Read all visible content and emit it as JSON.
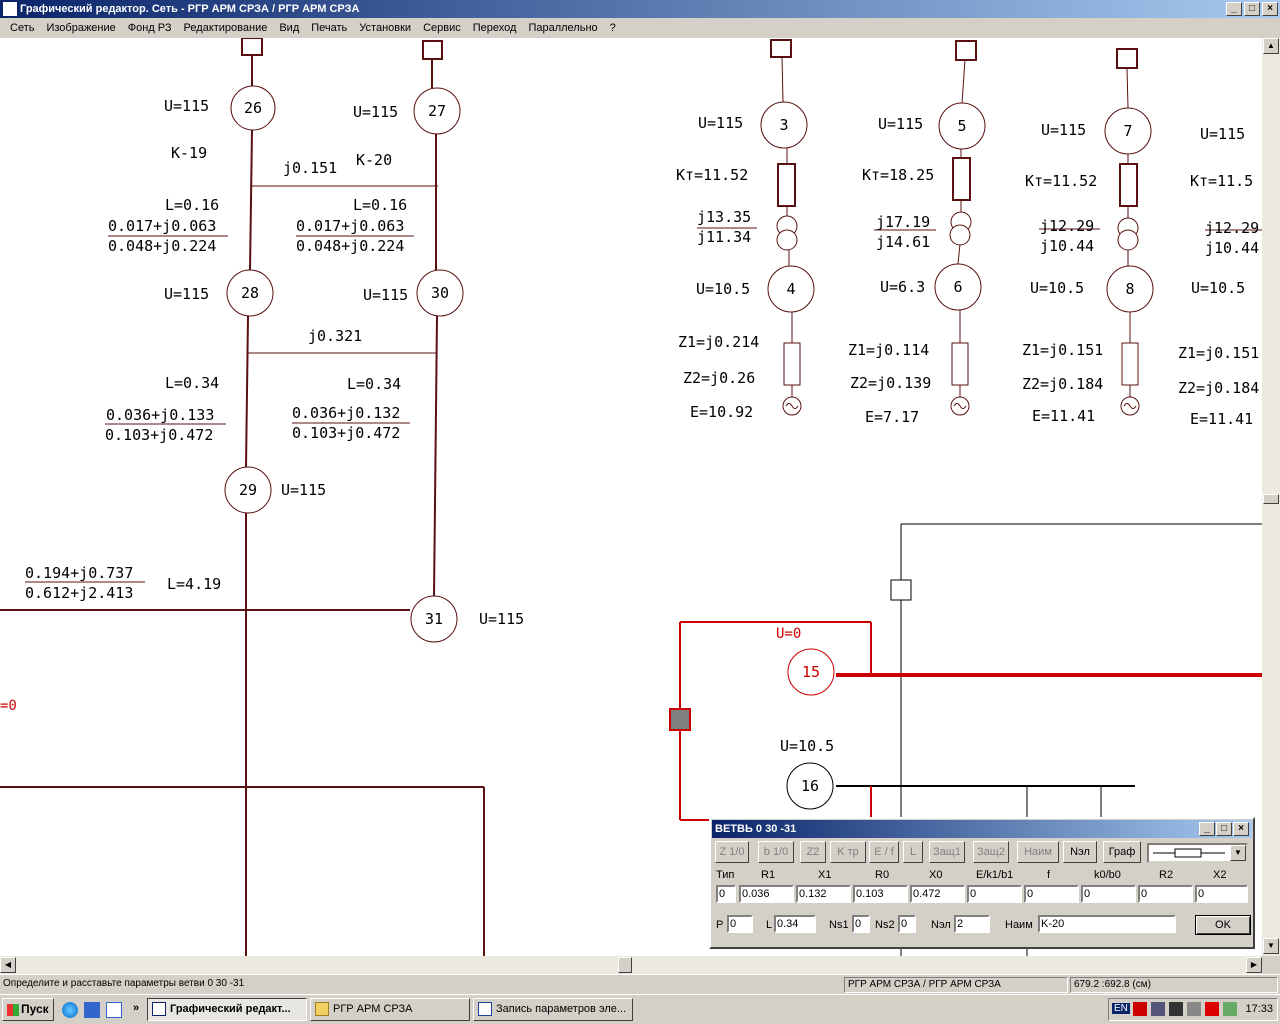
{
  "window": {
    "title": "Графический редактор. Сеть - РГР АРМ СРЗА / РГР АРМ СРЗА",
    "min": "_",
    "max": "□",
    "close": "×"
  },
  "menu": [
    "Сеть",
    "Изображение",
    "Фонд РЗ",
    "Редактирование",
    "Вид",
    "Печать",
    "Установки",
    "Сервис",
    "Переход",
    "Параллельно",
    "?"
  ],
  "diagram": {
    "n26": "26",
    "n27": "27",
    "n28": "28",
    "n30": "30",
    "n29": "29",
    "n31": "31",
    "n3": "3",
    "n5": "5",
    "n7": "7",
    "n4": "4",
    "n6": "6",
    "n8": "8",
    "n15": "15",
    "n16": "16",
    "u115": "U=115",
    "k19": "K-19",
    "k20": "K-20",
    "j0151": "j0.151",
    "j0321": "j0.321",
    "l016": "L=0.16",
    "l034": "L=0.34",
    "l419": "L=4.19",
    "z_a1": "0.017+j0.063",
    "z_a2": "0.048+j0.224",
    "z_b1": "0.036+j0.133",
    "z_b2": "0.103+j0.472",
    "z_c1": "0.036+j0.132",
    "z_c2": "0.103+j0.472",
    "z_d1": "0.194+j0.737",
    "z_d2": "0.612+j2.413",
    "kt1152": "Кт=11.52",
    "kt1825": "Кт=18.25",
    "kt115": "Кт=11.5",
    "j1335": "j13.35",
    "j1134": "j11.34",
    "j1719": "j17.19",
    "j1461": "j14.61",
    "j1229": "j12.29",
    "j1044": "j10.44",
    "u105": "U=10.5",
    "u63": "U=6.3",
    "z1_214": "Z1=j0.214",
    "z2_26": "Z2=j0.26",
    "e1092": "E=10.92",
    "z1_114": "Z1=j0.114",
    "z2_139": "Z2=j0.139",
    "e717": "E=7.17",
    "z1_151": "Z1=j0.151",
    "z2_184": "Z2=j0.184",
    "e1141": "E=11.41",
    "z1_151b": "Z1=j0.151",
    "z2_184b": "Z2=j0.184",
    "u0": "U=0",
    "eq0": "=0"
  },
  "dialog": {
    "title": "ВЕТВЬ     0 30   -31",
    "toolbar": [
      "Z 1/0",
      "b 1/0",
      "Z2",
      "K тр",
      "E / f",
      "L",
      "Защ1",
      "Защ2",
      "Наим",
      "Nэл",
      "Граф"
    ],
    "headers": [
      "Тип",
      "R1",
      "X1",
      "R0",
      "X0",
      "E/k1/b1",
      "f",
      "k0/b0",
      "R2",
      "X2"
    ],
    "values": [
      "0",
      "0.036",
      "0.132",
      "0.103",
      "0.472",
      "0",
      "0",
      "0",
      "0",
      "0"
    ],
    "p_label": "P",
    "p_value": "0",
    "l_label": "L",
    "l_value": "0.34",
    "ns1_label": "Ns1",
    "ns1_value": "0",
    "ns2_label": "Ns2",
    "ns2_value": "0",
    "nel_label": "Nэл",
    "nel_value": "2",
    "name_label": "Наим",
    "name_value": "K-20",
    "ok": "OK"
  },
  "status": {
    "message": "Определите и расставьте параметры ветви  0 30   -31",
    "network": "РГР АРМ СРЗА / РГР АРМ СРЗА",
    "coords": "679.2   :692.8   (см)"
  },
  "taskbar": {
    "start": "Пуск",
    "items": [
      "Графический редакт...",
      "РГР АРМ СРЗА",
      "Запись параметров эле..."
    ],
    "lang": "EN",
    "clock": "17:33",
    "chevron": "»"
  },
  "colors": {
    "line": "#5a1010",
    "red": "#cc0000",
    "title": "#0a246a"
  }
}
